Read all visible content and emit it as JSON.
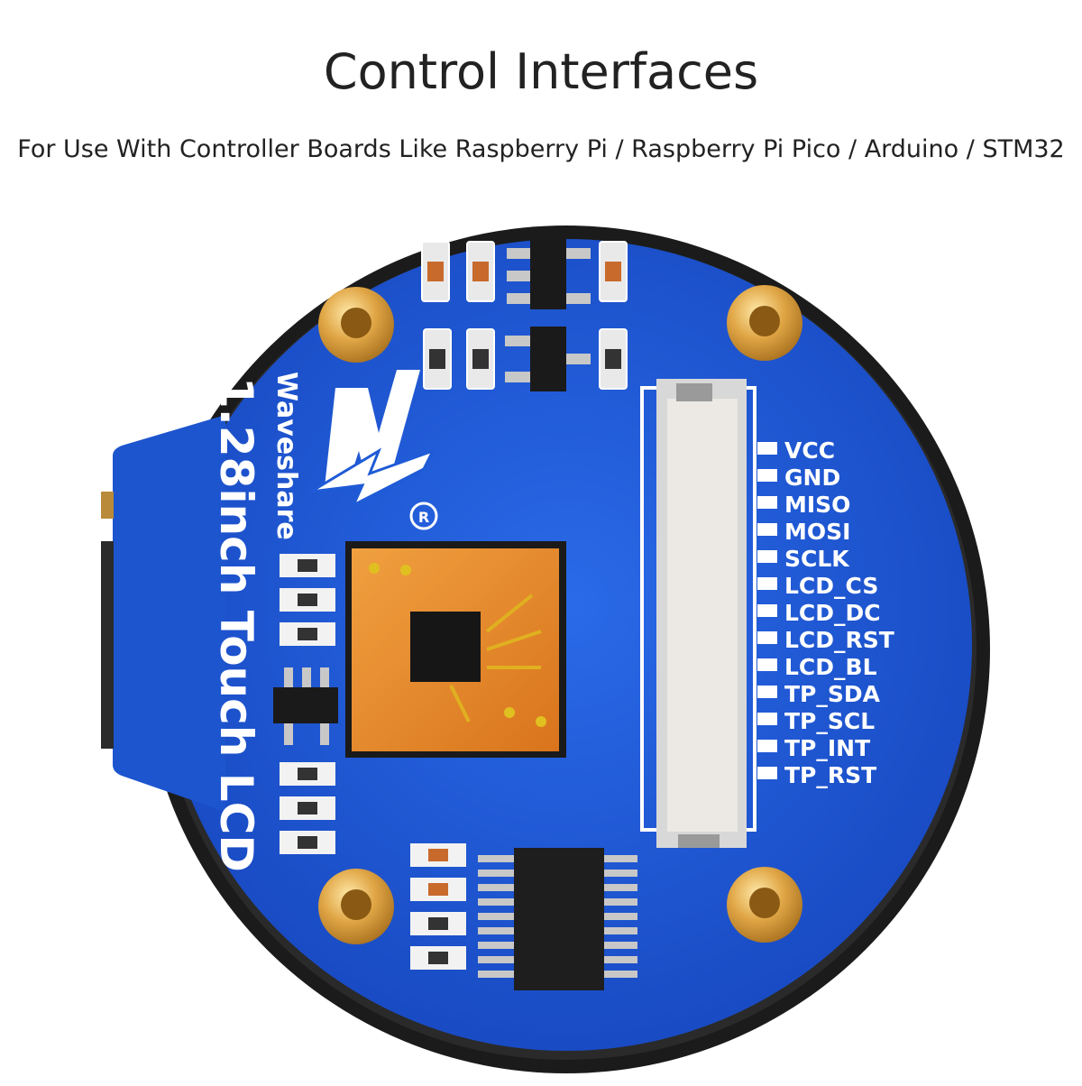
{
  "header": {
    "title": "Control Interfaces",
    "subtitle": "For Use With Controller Boards Like Raspberry Pi / Raspberry Pi Pico / Arduino / STM32"
  },
  "board": {
    "brand": "Waveshare",
    "model": "1.28inch Touch LCD",
    "registered_mark": "R",
    "pcb_color": "#1f5bd6",
    "pins": [
      "VCC",
      "GND",
      "MISO",
      "MOSI",
      "SCLK",
      "LCD_CS",
      "LCD_DC",
      "LCD_RST",
      "LCD_BL",
      "TP_SDA",
      "TP_SCL",
      "TP_INT",
      "TP_RST"
    ]
  }
}
